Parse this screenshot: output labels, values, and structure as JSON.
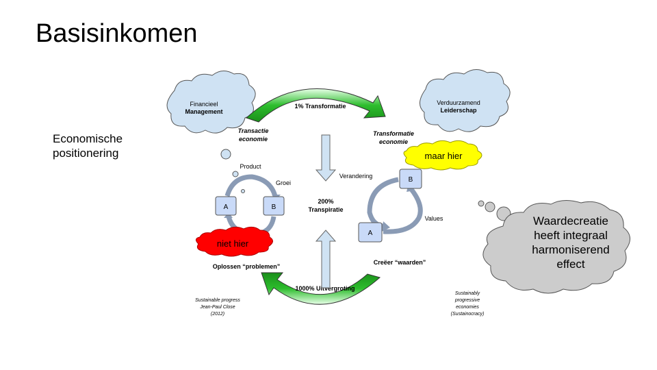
{
  "slide": {
    "title": "Basisinkomen",
    "subtitle_lines": [
      "Economische",
      "positionering"
    ]
  },
  "diagram": {
    "cloud_left": {
      "line1": "Financieel",
      "line2": "Management"
    },
    "cloud_right": {
      "line1": "Verduurzamend",
      "line2": "Leiderschap"
    },
    "top_arrow_label": "1% Transformatie",
    "bottom_arrow_label": "1000% Uitvergroting",
    "left_heading": [
      "Transactie",
      "economie"
    ],
    "right_heading": [
      "Transformatie",
      "economie"
    ],
    "center_label": [
      "200%",
      "Transpiratie"
    ],
    "left_cycle": {
      "box_a": "A",
      "box_b": "B",
      "label_top": "Product",
      "label_right": "Groei",
      "caption": "Oplossen “problemen”"
    },
    "right_cycle": {
      "box_a": "A",
      "box_b": "B",
      "label_top": "Verandering",
      "label_right": "Values",
      "caption": "Creëer “waarden”"
    },
    "red_cloud": "niet hier",
    "yellow_cloud": "maar hier",
    "big_bubble": [
      "Waardecreatie",
      "heeft integraal",
      "harmoniserend",
      "effect"
    ],
    "credit_left": [
      "Sustainable progress",
      "Jean-Paul Close",
      "(2012)"
    ],
    "credit_right": [
      "Sustainably",
      "progressive",
      "economies",
      "(Sustainocracy)"
    ]
  },
  "colors": {
    "cloud_fill": "#cfe2f3",
    "box_fill": "#c9daf8",
    "arrow_green": "#2dbd2d",
    "red_cloud": "#ff0000",
    "yellow_cloud": "#ffff00",
    "gray_bubble": "#cccccc"
  }
}
